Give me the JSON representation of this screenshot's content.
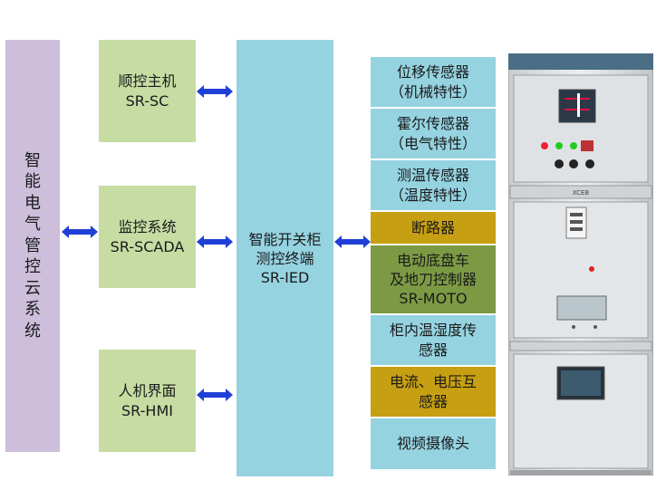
{
  "cloud": {
    "label": "智能电气管控云系统"
  },
  "systems": [
    {
      "line1": "顺控主机",
      "line2": "SR-SC"
    },
    {
      "line1": "监控系统",
      "line2": "SR-SCADA"
    },
    {
      "line1": "人机界面",
      "line2": "SR-HMI"
    }
  ],
  "terminal": {
    "line1": "智能开关柜",
    "line2": "测控终端",
    "line3": "SR-IED"
  },
  "sensors": [
    {
      "line1": "位移传感器",
      "line2": "（机械特性）"
    },
    {
      "line1": "霍尔传感器",
      "line2": "（电气特性）"
    },
    {
      "line1": "测温传感器",
      "line2": "（温度特性）"
    },
    {
      "line1": "断路器"
    },
    {
      "line1": "电动底盘车",
      "line2": "及地刀控制器",
      "line3": "SR-MOTO"
    },
    {
      "line1": "柜内温湿度传",
      "line2": "感器"
    },
    {
      "line1": "电流、电压互",
      "line2": "感器"
    },
    {
      "line1": "视频摄像头"
    }
  ],
  "cabinet": {
    "brand": "XCEB"
  },
  "colors": {
    "cloud": "#cdbfdb",
    "system_box": "#c6dca3",
    "terminal": "#95d3e1",
    "sensor": "#95d3e1",
    "breaker": "#c79f12",
    "controller": "#7c9a44",
    "arrow": "#1f3fd6"
  }
}
